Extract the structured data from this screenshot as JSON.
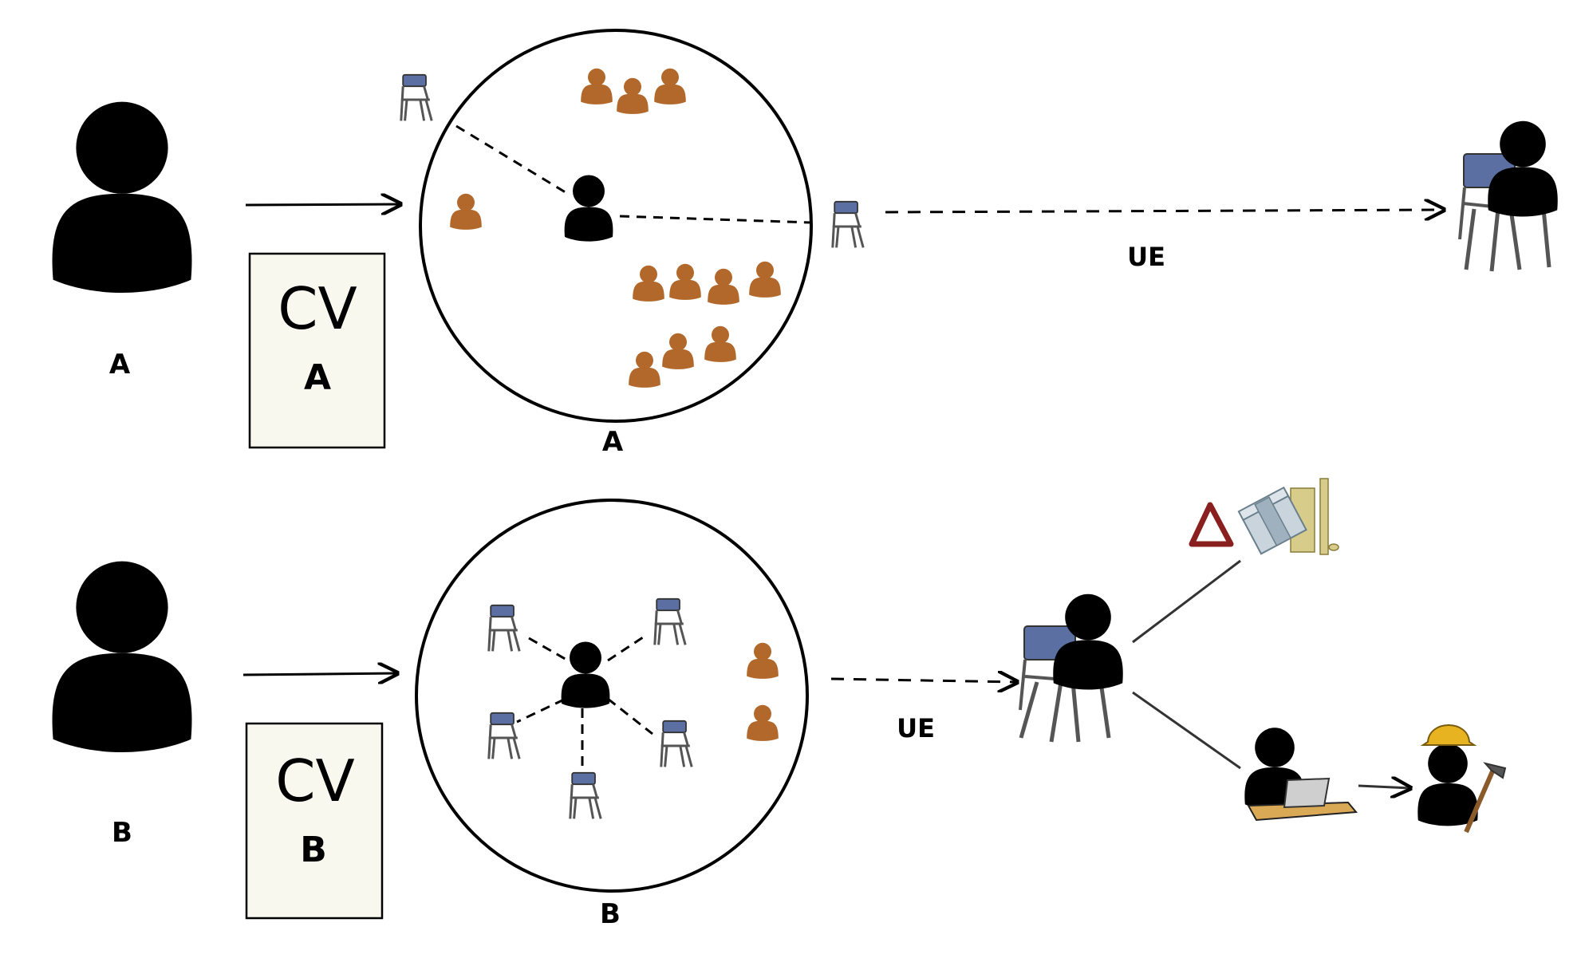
{
  "colors": {
    "ink": "#000000",
    "paper": "#f8f8ef",
    "peer": "#b1682a",
    "chair_seat": "#5b6fa3",
    "chair_legs": "#555555",
    "triangle": "#8a1f1f",
    "desk": "#d9a956",
    "helmet": "#e8b320",
    "hammer": "#8a5a2b"
  },
  "top_row": {
    "person_label": "A",
    "cv_title": "CV",
    "cv_letter": "A",
    "circle_label": "A",
    "ue_label": "UE"
  },
  "bottom_row": {
    "person_label": "B",
    "cv_title": "CV",
    "cv_letter": "B",
    "circle_label": "B",
    "ue_label": "UE"
  },
  "icons": [
    "person-icon",
    "cv-document-icon",
    "chair-icon",
    "peer-person-icon",
    "warning-triangle-icon",
    "money-stack-icon",
    "worker-laptop-icon",
    "construction-worker-icon"
  ]
}
